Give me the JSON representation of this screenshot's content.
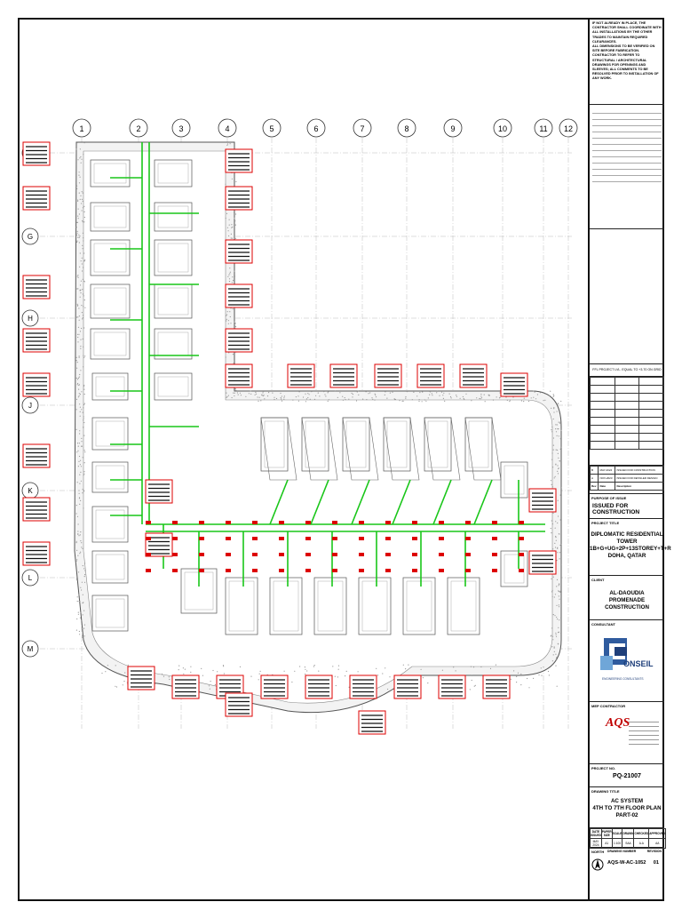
{
  "grid": {
    "columns": [
      "1",
      "2",
      "3",
      "4",
      "5",
      "6",
      "7",
      "8",
      "9",
      "10",
      "11",
      "12"
    ],
    "rows": [
      "F",
      "G",
      "H",
      "J",
      "K",
      "L",
      "M"
    ]
  },
  "notes": {
    "top": [
      "IF NOT ALREADY IN PLACE, THE CONTRACTOR SHALL COORDINATE WITH ALL INSTALLATIONS BY THE OTHER TRADES TO MAINTAIN REQUIRED CLEARANCES.",
      "ALL DIMENSIONS TO BE VERIFIED ON SITE BEFORE FABRICATION.",
      "CONTRACTOR TO REFER TO STRUCTURAL / ARCHITECTURAL DRAWINGS FOR OPENINGS AND SLEEVES; ALL COMMENTS TO BE RESOLVED PRIOR TO INSTALLATION OF ANY WORK."
    ]
  },
  "revisions": {
    "note": "FFL PROJECT LVL. EQUAL TO +3.70 ON GRID",
    "rows": [
      {
        "rev": "B",
        "date": "MAY-2024",
        "desc": "ISSUED FOR CONSTRUCTION"
      },
      {
        "rev": "A",
        "date": "NOV-2023",
        "desc": "ISSUED FOR DETAILED DESIGN"
      },
      {
        "rev": "Rev",
        "date": "Date",
        "desc": "Description"
      }
    ],
    "status_label": "PURPOSE OF ISSUE",
    "status": "ISSUED FOR CONSTRUCTION"
  },
  "project": {
    "label": "PROJECT TITLE",
    "name": "DIPLOMATIC RESIDENTIAL TOWER",
    "floors": "1B+G+UG+2P+13STOREY+T+R",
    "location": "DOHA, QATAR"
  },
  "client": {
    "label": "CLIENT",
    "name": "AL-DAOUDIA",
    "sub": "PROMENADE CONSTRUCTION"
  },
  "consultant": {
    "label": "CONSULTANT",
    "name": "ONSEIL",
    "tagline": "ENGINEERING CONSULTANTS"
  },
  "mep_contractor": {
    "label": "MEP CONTRACTOR",
    "name": "AQS"
  },
  "project_no": {
    "label": "PROJECT NO.",
    "value": "PQ-21007"
  },
  "drawing": {
    "label": "DRAWING TITLE",
    "line1": "AC SYSTEM",
    "line2": "4TH TO 7TH FLOOR PLAN",
    "line3": "PART-02",
    "meta_headers": [
      "DATE ISSUED",
      "PAPER SIZE",
      "SCALE",
      "DRAWN",
      "CHECKED",
      "APPROVED"
    ],
    "meta_values": [
      "MAY 2024",
      "A1",
      "1:100",
      "SAA",
      "A.A",
      "AA"
    ],
    "north_label": "NORTH",
    "number_label": "DRAWING NUMBER",
    "number": "AQS-W-AC-1052",
    "rev_label": "REVISION",
    "rev": "01"
  },
  "colors": {
    "duct": "#19c619",
    "tag": "#dd0000",
    "arch": "#444444"
  }
}
